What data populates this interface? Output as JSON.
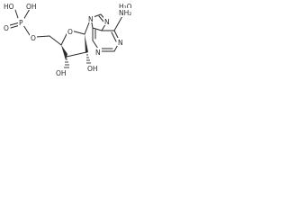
{
  "structure": {
    "hydrate_label": "H₂O",
    "amine_label": "NH₂",
    "atoms": {
      "n7": "N",
      "n9": "N",
      "n1": "N",
      "n3": "N",
      "ring_o": "O",
      "ester_o": "O",
      "p": "P",
      "p_double_o": "O",
      "oh_p_upper": "OH",
      "ho_p_left": "HO",
      "oh_c3": "OH",
      "oh_c2": "OH"
    }
  }
}
